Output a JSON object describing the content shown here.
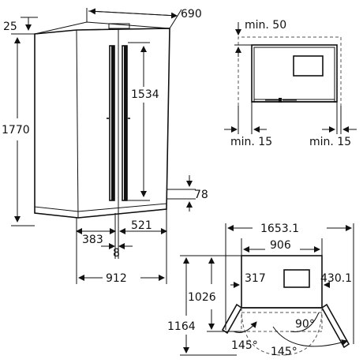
{
  "fridge_front": {
    "dims": {
      "top_offset": "25",
      "depth": "690",
      "height": "1770",
      "handle": "1534",
      "base": "78",
      "left_width": "383",
      "gap": "8",
      "right_width": "521",
      "total_width": "912"
    }
  },
  "top_view": {
    "dims": {
      "rear": "min. 50",
      "left_side": "min. 15",
      "right_side": "min. 15"
    }
  },
  "door_plan": {
    "dims": {
      "overall_width": "1653.1",
      "body_width": "906",
      "left_clearance": "317",
      "right_clearance": "430.1",
      "depth_closed": "1026",
      "depth_open": "1164",
      "angle_left": "145°",
      "angle_right": "145°",
      "angle_mid": "90°"
    }
  }
}
